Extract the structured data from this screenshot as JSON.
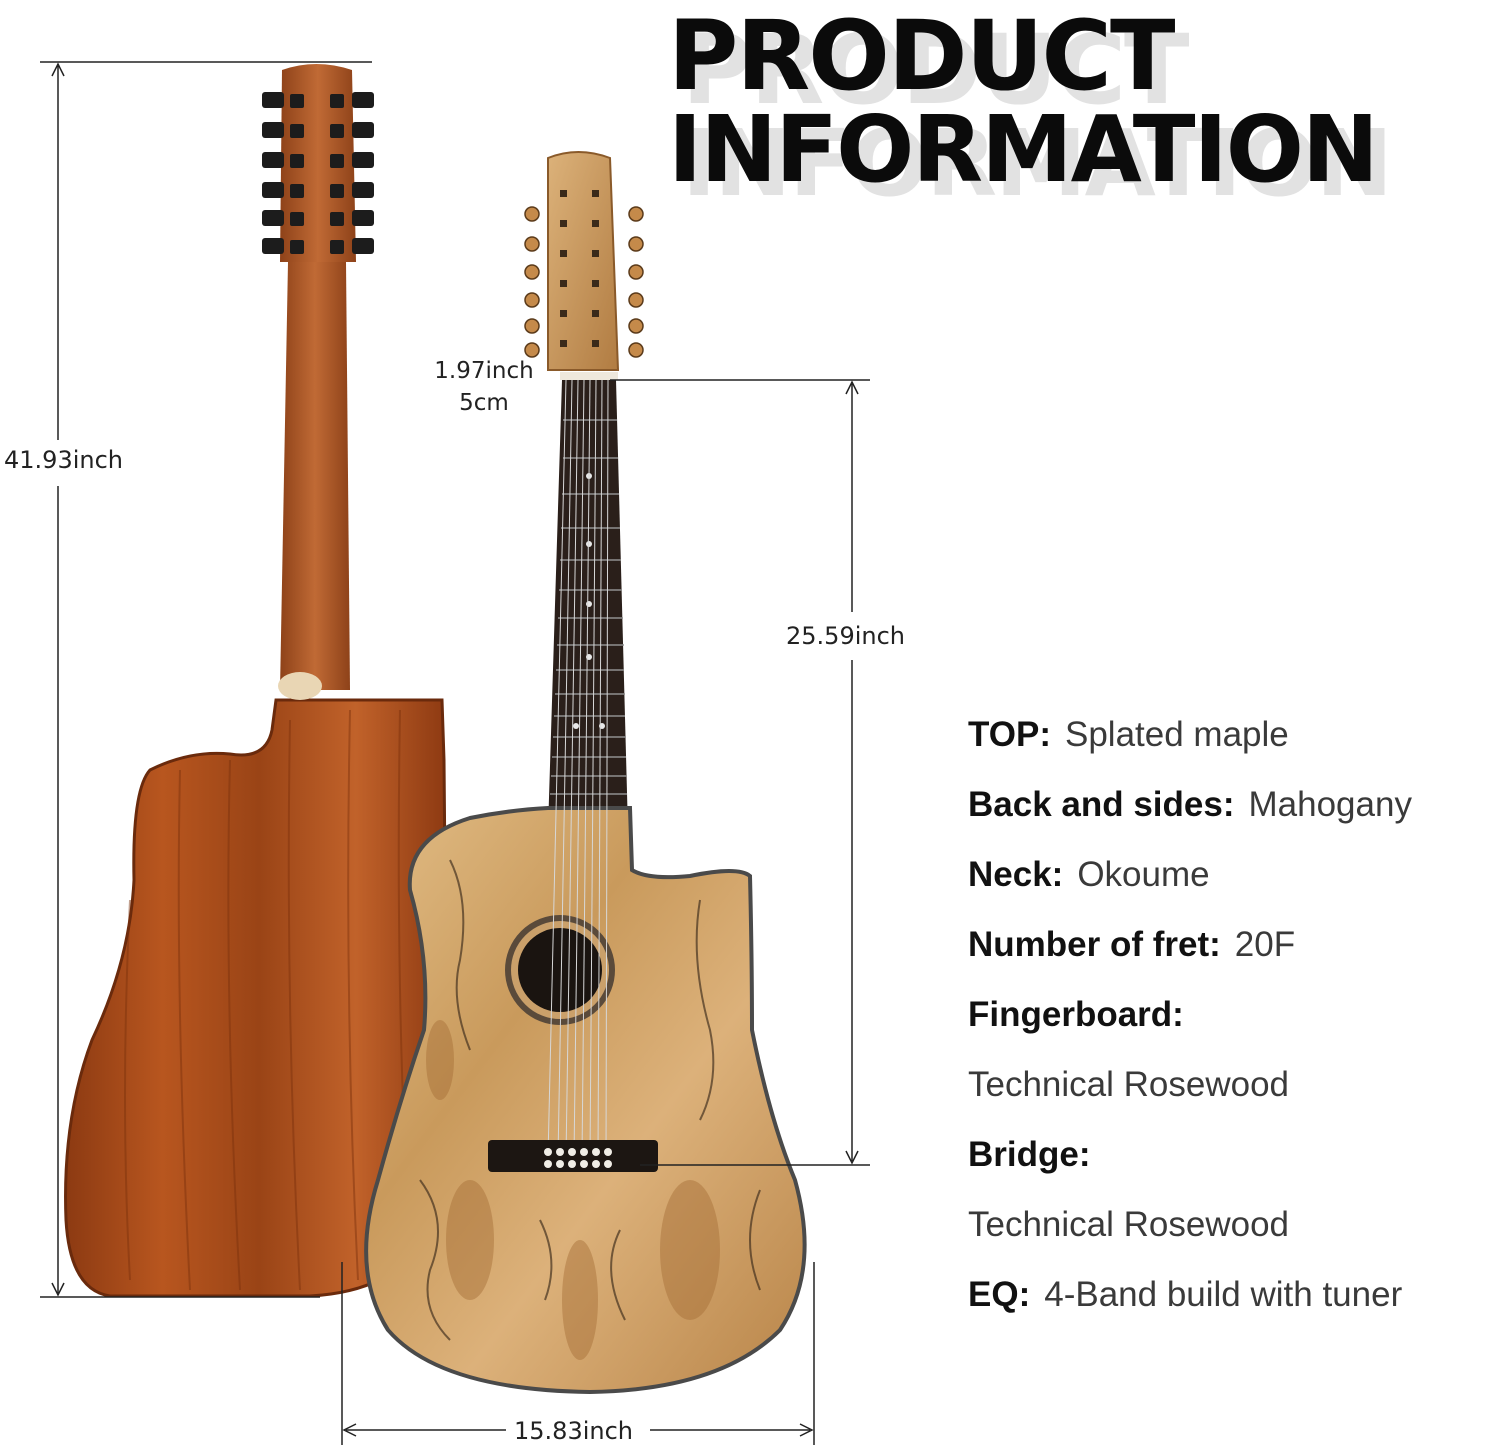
{
  "title": {
    "line1": "PRODUCT",
    "line2": "INFORMATION"
  },
  "dimensions": {
    "total_length": "41.93inch",
    "scale_length": "25.59inch",
    "body_width": "15.83inch",
    "nut_width_in": "1.97inch",
    "nut_width_cm": "5cm"
  },
  "specs": [
    {
      "key": "TOP:",
      "value": "Splated maple"
    },
    {
      "key": "Back and sides:",
      "value": "Mahogany"
    },
    {
      "key": "Neck:",
      "value": "Okoume"
    },
    {
      "key": "Number of fret:",
      "value": "20F"
    },
    {
      "key": "Fingerboard:",
      "value": ""
    },
    {
      "key": "",
      "value": "Technical Rosewood"
    },
    {
      "key": "Bridge:",
      "value": ""
    },
    {
      "key": "",
      "value": "Technical Rosewood"
    },
    {
      "key": "EQ:",
      "value": "4-Band build with tuner"
    }
  ],
  "colors": {
    "mahogany": "#b0521e",
    "maple": "#d3a66a",
    "fretboard": "#2a1f1a"
  }
}
